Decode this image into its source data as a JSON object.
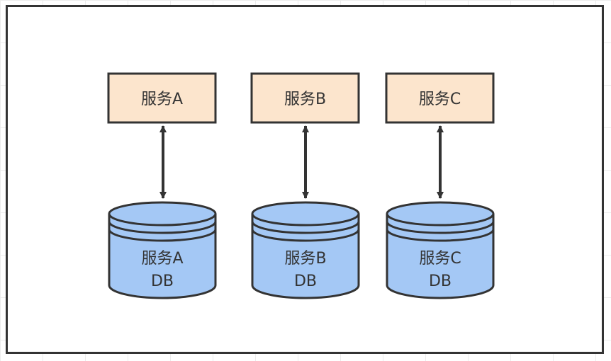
{
  "colors": {
    "frame": "#333333",
    "service_fill": "#fce5cd",
    "db_fill": "#a4c8f5",
    "stroke": "#333333",
    "text": "#333333"
  },
  "columns": [
    {
      "service_label": "服务A",
      "db_line1": "服务A",
      "db_line2": "DB"
    },
    {
      "service_label": "服务B",
      "db_line1": "服务B",
      "db_line2": "DB"
    },
    {
      "service_label": "服务C",
      "db_line1": "服务C",
      "db_line2": "DB"
    }
  ]
}
